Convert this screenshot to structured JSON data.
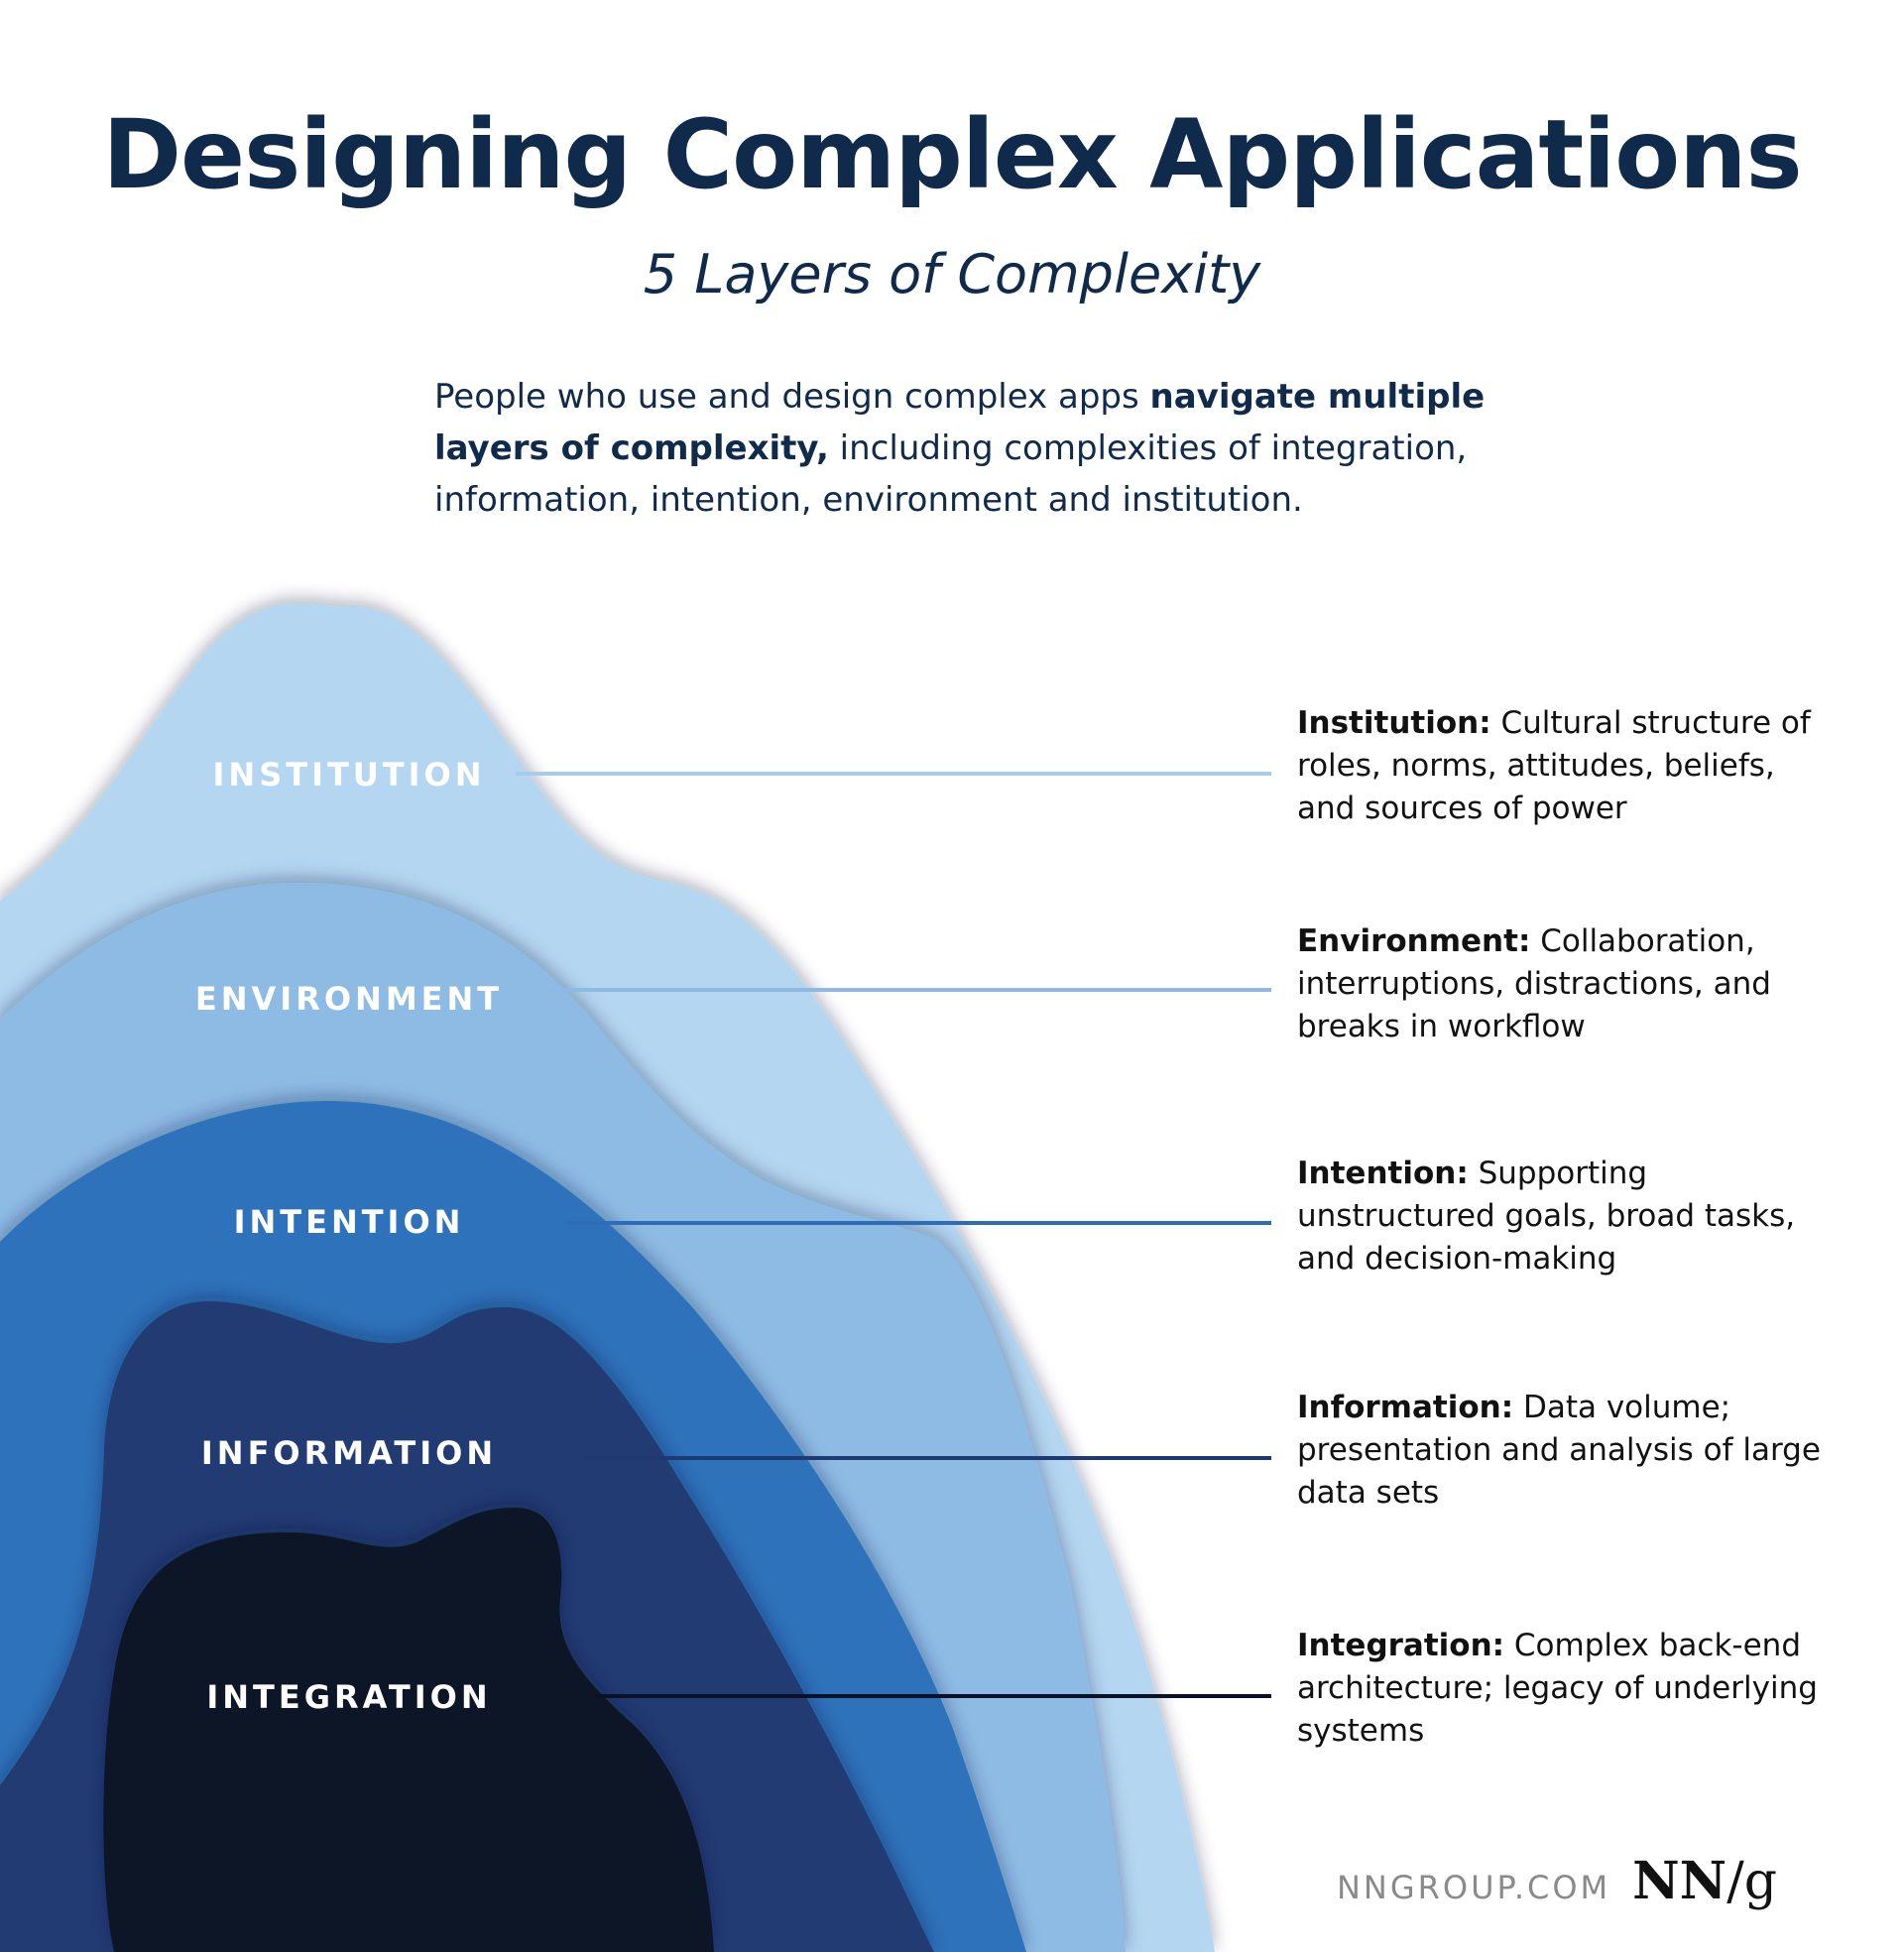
{
  "title": "Designing Complex Applications",
  "subtitle": "5 Layers of Complexity",
  "intro": {
    "part1": "People who use and design complex apps ",
    "bold": "navigate multiple layers of complexity,",
    "part2": " including complexities of integration, information, intention, environment and institution."
  },
  "layers": [
    {
      "label": "INSTITUTION",
      "term": "Institution:",
      "desc": " Cultural structure of roles, norms, attitudes, beliefs, and sources of power",
      "color": "#b4d6f1",
      "line_color": "#a9cbea"
    },
    {
      "label": "ENVIRONMENT",
      "term": "Environment:",
      "desc": " Collaboration, interruptions, distractions, and breaks in workflow",
      "color": "#8dbbe4",
      "line_color": "#8db9e2"
    },
    {
      "label": "INTENTION",
      "term": "Intention:",
      "desc": " Supporting unstructured goals, broad tasks, and decision-making",
      "color": "#2f72bb",
      "line_color": "#2d6db7"
    },
    {
      "label": "INFORMATION",
      "term": "Information:",
      "desc": " Data volume; presentation and analysis of large data sets",
      "color": "#213a73",
      "line_color": "#1f3a72"
    },
    {
      "label": "INTEGRATION",
      "term": "Integration:",
      "desc": " Complex back-end architecture; legacy of underlying systems",
      "color": "#101428",
      "line_color": "#0c1226"
    }
  ],
  "footer": {
    "site": "NNGROUP.COM",
    "logo_main": "NN",
    "logo_slash": "/g"
  }
}
